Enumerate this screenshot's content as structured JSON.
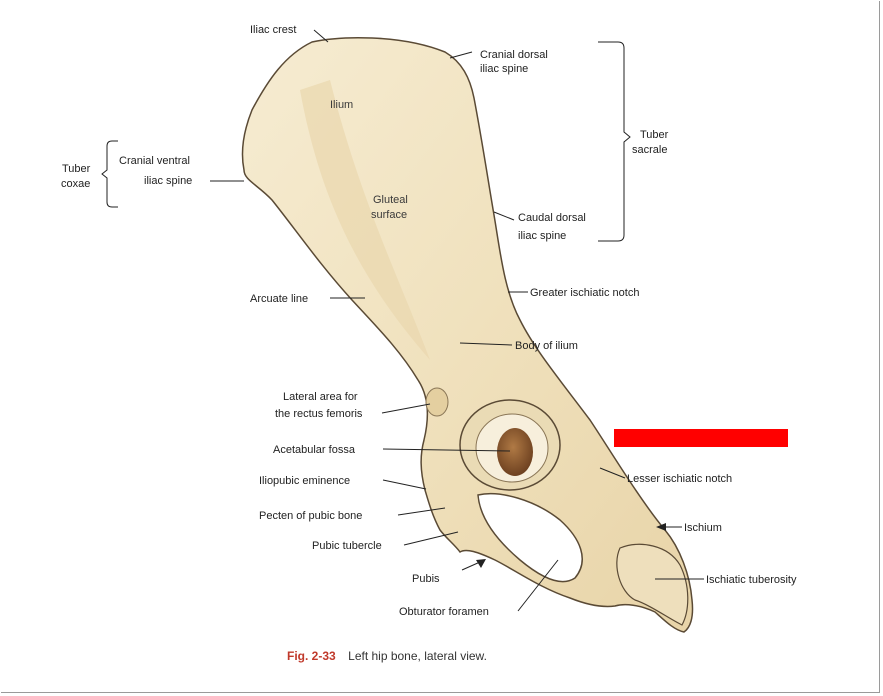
{
  "labels": {
    "iliac_crest": "Iliac crest",
    "cranial_dorsal_1": "Cranial dorsal",
    "cranial_dorsal_2": "iliac spine",
    "ilium": "Ilium",
    "tuber_sacrale_1": "Tuber",
    "tuber_sacrale_2": "sacrale",
    "tuber_coxae_1": "Tuber",
    "tuber_coxae_2": "coxae",
    "cranial_ventral_1": "Cranial ventral",
    "cranial_ventral_2": "iliac spine",
    "gluteal_1": "Gluteal",
    "gluteal_2": "surface",
    "caudal_dorsal_1": "Caudal dorsal",
    "caudal_dorsal_2": "iliac spine",
    "arcuate_line": "Arcuate line",
    "greater_ischiatic_notch": "Greater ischiatic notch",
    "body_of_ilium": "Body of ilium",
    "lateral_area_1": "Lateral area for",
    "lateral_area_2": "the rectus femoris",
    "acetabular_fossa": "Acetabular fossa",
    "iliopubic_eminence": "Iliopubic eminence",
    "lesser_ischiatic_notch": "Lesser ischiatic notch",
    "pecten_of_pubic_bone": "Pecten of pubic bone",
    "ischium": "Ischium",
    "pubic_tubercle": "Pubic tubercle",
    "pubis": "Pubis",
    "ischiatic_tuberosity": "Ischiatic tuberosity",
    "obturator_foramen": "Obturator foramen"
  },
  "caption": {
    "number": "Fig. 2-33",
    "text": "Left hip bone, lateral view."
  },
  "colors": {
    "bone": "#f3e6c6",
    "bone_shadow": "#d9c59a",
    "fossa": "#8a5a32",
    "redaction": "#ff0000"
  }
}
